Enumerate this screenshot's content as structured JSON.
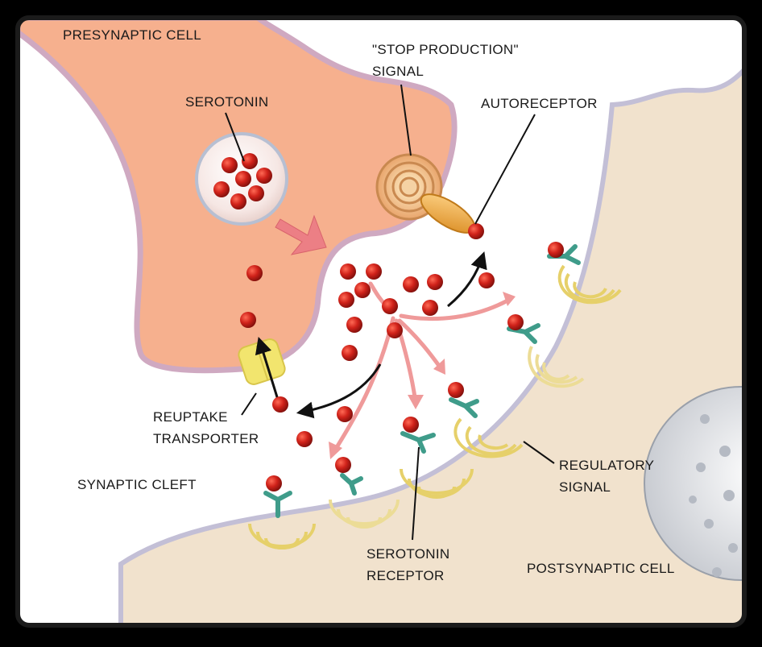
{
  "labels": {
    "presynaptic_cell": "PRESYNAPTIC CELL",
    "stop_signal_line1": "\"STOP PRODUCTION\"",
    "stop_signal_line2": "SIGNAL",
    "serotonin": "SEROTONIN",
    "autoreceptor": "AUTORECEPTOR",
    "reuptake_line1": "REUPTAKE",
    "reuptake_line2": "TRANSPORTER",
    "synaptic_cleft": "SYNAPTIC CLEFT",
    "regulatory_line1": "REGULATORY",
    "regulatory_line2": "SIGNAL",
    "receptor_line1": "SEROTONIN",
    "receptor_line2": "RECEPTOR",
    "postsynaptic_cell": "POSTSYNAPTIC CELL"
  },
  "colors": {
    "frame": "#000000",
    "background": "#ffffff",
    "presynaptic_fill": "#f6b08e",
    "presynaptic_outline": "#c9a6be",
    "postsynaptic_fill": "#f1e2cd",
    "serotonin": "#c0201a",
    "arrow": "#ec8f8f",
    "signal_ring": "#e2ce6c",
    "receptor": "#3f9c8a",
    "autoreceptor": "#e8a23a",
    "transporter": "#f2e56e",
    "vesicle": "#f7ece9"
  }
}
